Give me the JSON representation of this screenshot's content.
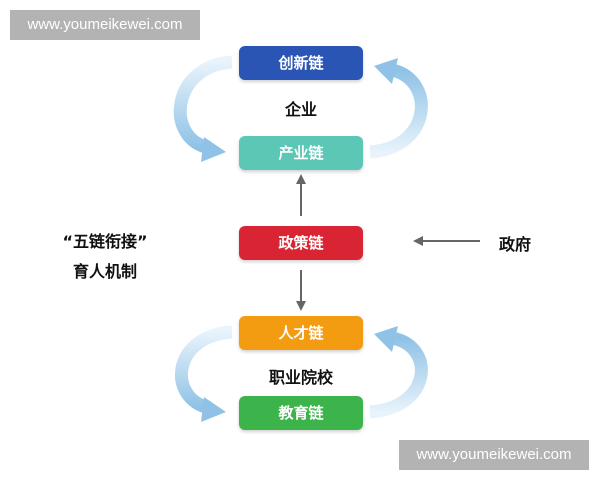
{
  "watermarks": {
    "top": "www.youmeikewei.com",
    "bottom": "www.youmeikewei.com"
  },
  "enterprise": {
    "label": "企业",
    "innovation_chain": "创新链",
    "industry_chain": "产业链"
  },
  "policy": {
    "policy_chain": "政策链",
    "government": "政府"
  },
  "college": {
    "label": "职业院校",
    "talent_chain": "人才链",
    "education_chain": "教育链"
  },
  "mechanism": {
    "line1": "“五链衔接”",
    "line2": "育人机制"
  },
  "colors": {
    "innovation": "#2a55b5",
    "industry": "#5cc7b5",
    "policy": "#d92533",
    "talent": "#f39c12",
    "education": "#3cb44b",
    "cycle_arrow": "#a9d0ec",
    "connector": "#666666"
  }
}
